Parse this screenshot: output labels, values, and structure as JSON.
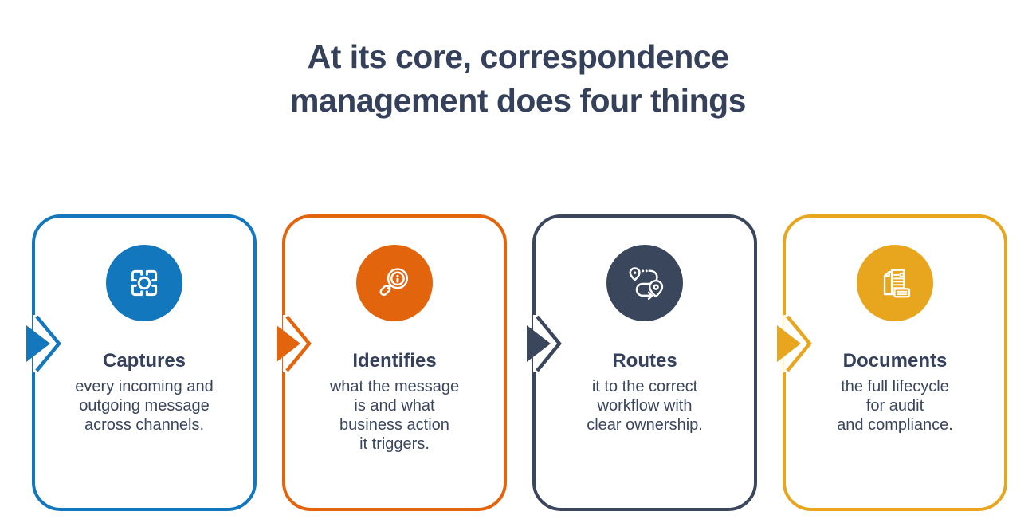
{
  "title": "At its core, correspondence\nmanagement does four things",
  "background_color": "#ffffff",
  "title_color": "#35405a",
  "body_text_color": "#3a465e",
  "cards": [
    {
      "id": "captures",
      "color": "#1277bd",
      "icon": "capture-frame-icon",
      "title": "Captures",
      "body": "every incoming and\noutgoing message\nacross channels."
    },
    {
      "id": "identifies",
      "color": "#e2650e",
      "icon": "magnifier-info-icon",
      "title": "Identifies",
      "body": "what the message\nis and what\nbusiness action\nit triggers."
    },
    {
      "id": "routes",
      "color": "#3a465c",
      "icon": "route-pins-icon",
      "title": "Routes",
      "body": "it to the correct\nworkflow with\nclear ownership."
    },
    {
      "id": "documents",
      "color": "#e8a61f",
      "icon": "documents-icon",
      "title": "Documents",
      "body": "the full lifecycle\nfor audit\nand compliance."
    }
  ]
}
